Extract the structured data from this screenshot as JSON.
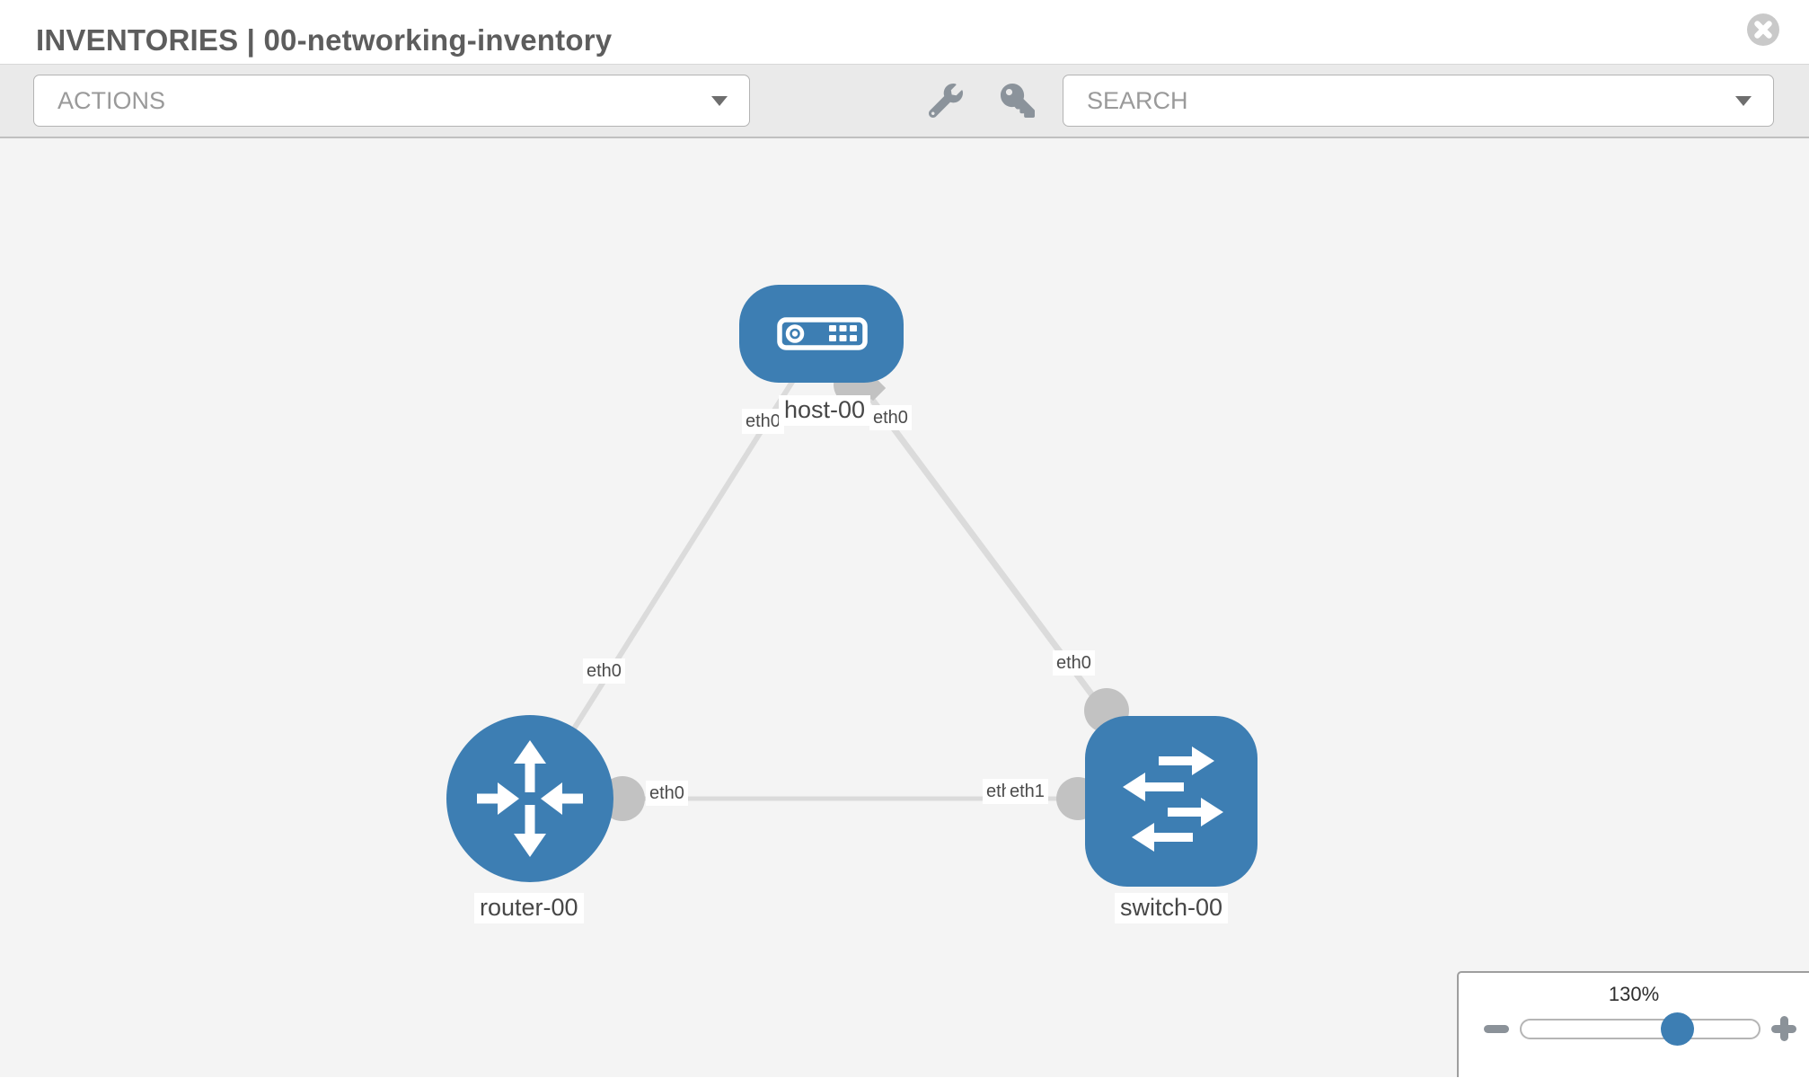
{
  "header": {
    "title": "INVENTORIES | 00-networking-inventory"
  },
  "toolbar": {
    "actions_label": "ACTIONS",
    "search_placeholder": "SEARCH"
  },
  "diagram": {
    "nodes": [
      {
        "id": "host-00",
        "label": "host-00",
        "type": "host",
        "shape": "rounded-rect"
      },
      {
        "id": "router-00",
        "label": "router-00",
        "type": "router",
        "shape": "circle"
      },
      {
        "id": "switch-00",
        "label": "switch-00",
        "type": "switch",
        "shape": "rounded-square"
      }
    ],
    "links": [
      {
        "from": "host-00",
        "to": "router-00"
      },
      {
        "from": "host-00",
        "to": "switch-00"
      },
      {
        "from": "router-00",
        "to": "switch-00"
      }
    ],
    "interface_labels": [
      {
        "label": "eth0",
        "position": "host-bottom-left"
      },
      {
        "label": "eth0",
        "position": "host-bottom-right"
      },
      {
        "label": "eth0",
        "position": "host-router-link"
      },
      {
        "label": "eth0",
        "position": "host-switch-link"
      },
      {
        "label": "eth0",
        "position": "router-right"
      },
      {
        "label": "eth0",
        "position": "switch-left-under"
      },
      {
        "label": "eth1",
        "position": "switch-left"
      }
    ]
  },
  "zoom_panel": {
    "level": "130%"
  },
  "icons": {
    "close": "circle-x",
    "toolbar": [
      "wrench",
      "key"
    ],
    "dropdown_caret": "triangle-down",
    "zoom_out": "minus",
    "zoom_in": "plus"
  },
  "colors": {
    "node_blue": "#3d7eb3",
    "link_gray": "#dbdbdb",
    "connector_gray": "#c2c2c2",
    "toolbar_bg": "#eaeaea",
    "canvas_bg": "#f4f4f4"
  }
}
